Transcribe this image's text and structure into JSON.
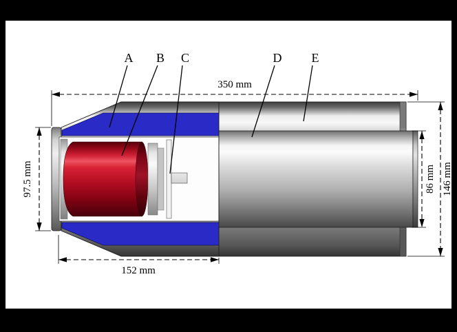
{
  "figure": {
    "part_labels": {
      "a": "A",
      "b": "B",
      "c": "C",
      "d": "D",
      "e": "E"
    },
    "dimensions": {
      "overall_length": "350 mm",
      "front_section_length": "152 mm",
      "front_face_height": "97.5 mm",
      "inner_tube_diameter": "86 mm",
      "outer_tube_diameter": "146 mm"
    },
    "colors": {
      "shield_blue": "#2a2ac6",
      "crystal_red": "#c41226",
      "letterbox_black": "#000000",
      "canvas_white": "#ffffff",
      "line_black": "#000000"
    }
  }
}
